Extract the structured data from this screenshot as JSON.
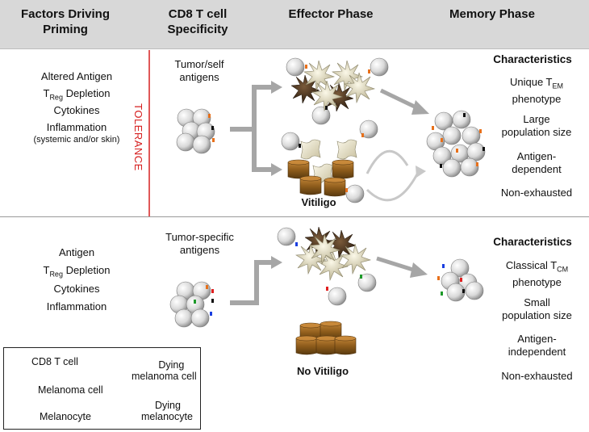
{
  "header": {
    "col1": [
      "Factors Driving",
      "Priming"
    ],
    "col2": [
      "CD8 T cell",
      "Specificity"
    ],
    "col3": "Effector Phase",
    "col4": "Memory Phase"
  },
  "top": {
    "factors": [
      {
        "text": "Altered Antigen"
      },
      {
        "pre": "T",
        "sub": "Reg",
        "post": " Depletion"
      },
      {
        "text": "Cytokines"
      },
      {
        "text": "Inflammation"
      }
    ],
    "factors_note": "(systemic and/or skin)",
    "tolerance_label": "TOLERANCE",
    "specificity": [
      "Tumor/self",
      "antigens"
    ],
    "effector_label": "Vitiligo",
    "memory_heading": "Characteristics",
    "memory": {
      "phenotype_pre": "Unique T",
      "phenotype_sub": "EM",
      "phenotype_post": "phenotype",
      "size": [
        "Large",
        "population size"
      ],
      "antigen": [
        "Antigen-",
        "dependent"
      ],
      "exhaustion": "Non-exhausted"
    }
  },
  "bottom": {
    "factors": [
      {
        "text": "Antigen"
      },
      {
        "pre": "T",
        "sub": "Reg",
        "post": " Depletion"
      },
      {
        "text": "Cytokines"
      },
      {
        "text": "Inflammation"
      }
    ],
    "specificity": [
      "Tumor-specific",
      "antigens"
    ],
    "effector_label": "No Vitiligo",
    "memory_heading": "Characteristics",
    "memory": {
      "phenotype_pre": "Classical T",
      "phenotype_sub": "CM",
      "phenotype_post": "phenotype",
      "size": [
        "Small",
        "population size"
      ],
      "antigen": [
        "Antigen-",
        "independent"
      ],
      "exhaustion": "Non-exhausted"
    }
  },
  "legend": {
    "cd8": "CD8 T cell",
    "melanoma": "Melanoma cell",
    "dying_melanoma": [
      "Dying",
      "melanoma cell"
    ],
    "melanocyte": "Melanocyte",
    "dying_melanocyte": [
      "Dying",
      "melanocyte"
    ]
  },
  "colors": {
    "header_bg": "#d8d8d8",
    "tolerance": "#d62020",
    "arrow": "#a6a6a6",
    "melanocyte": "#8b5a1a",
    "melanoma": "#4a3320",
    "dying_melanoma": "#e8e2c8",
    "receptor_orange": "#e8701a",
    "receptor_red": "#e02020",
    "receptor_blue": "#1a3ee0",
    "receptor_green": "#1e9a2a",
    "receptor_black": "#111111"
  }
}
